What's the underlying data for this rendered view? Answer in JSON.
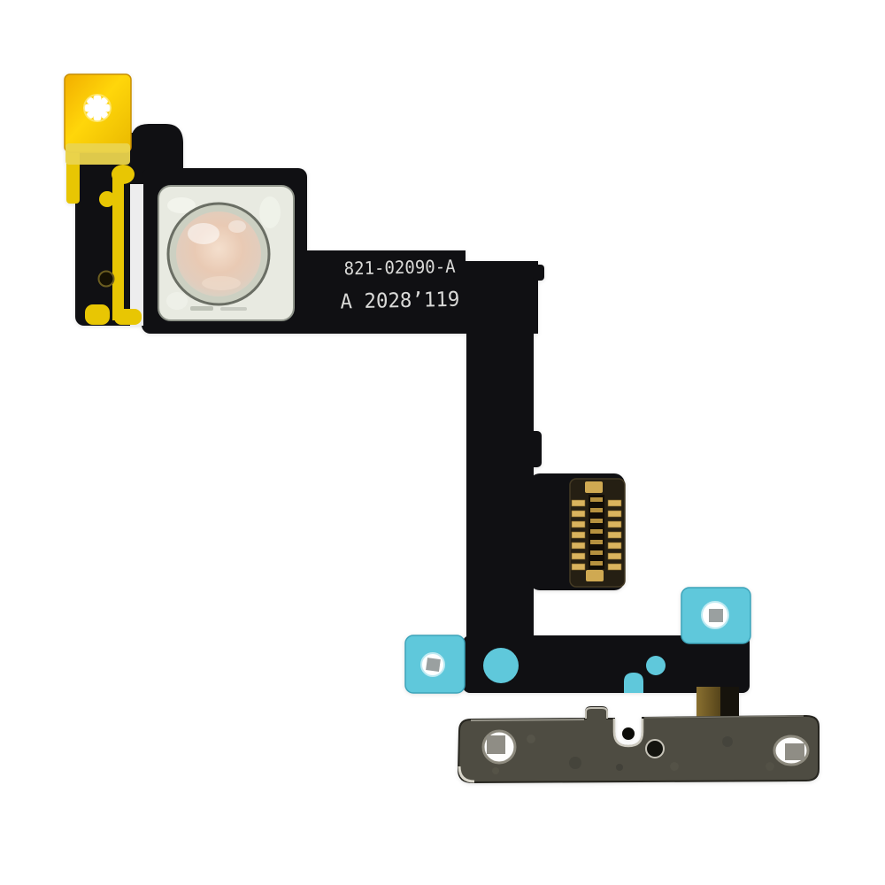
{
  "photo": {
    "alt": "iPhone power button flex cable with flash, adhesive tabs and metal bracket on white background",
    "background": "#ffffff",
    "markings": {
      "line1": "821-02090-A",
      "line2": "A 2028’119"
    },
    "colors": {
      "flex_black": "#101013",
      "polyimide_yellow": "#e8c603",
      "pull_tab_yellow": "#f6bf05",
      "adhesive_blue": "#5fc8db",
      "bracket_gray": "#4e4c42",
      "connector_gold": "#dab45e",
      "flash_module_white": "#e8eae1",
      "flash_dome_pink": "#e9cab4",
      "tail_olive": "#7c6526"
    }
  }
}
